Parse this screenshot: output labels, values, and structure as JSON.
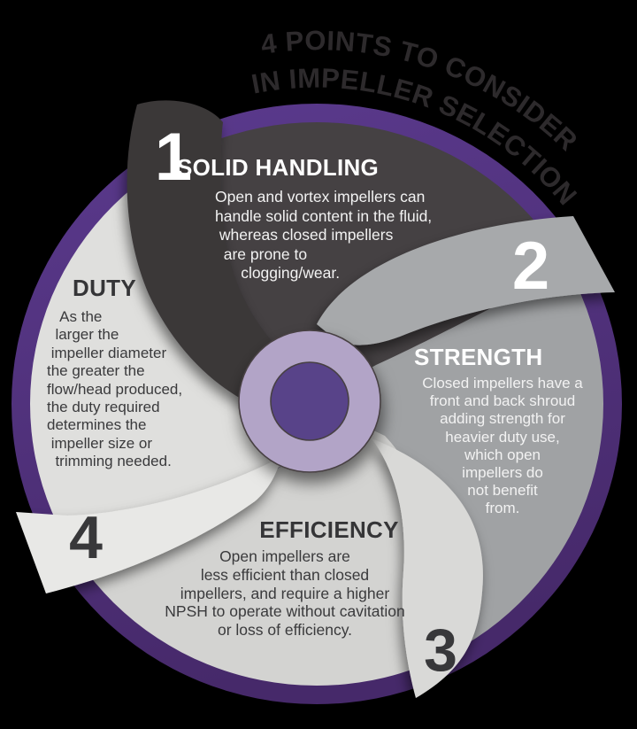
{
  "title": {
    "line1": "4 POINTS TO CONSIDER",
    "line2": "IN IMPELLER SELECTION"
  },
  "sections": [
    {
      "number": "1",
      "heading": "SOLID HANDLING",
      "body": "Open and vortex impellers can\nhandle solid content in the fluid,\n whereas closed impellers\n  are prone to\n      clogging/wear."
    },
    {
      "number": "2",
      "heading": "STRENGTH",
      "body": "Closed impellers have a\nfront and back shroud\nadding strength for\nheavier duty use,\nwhich open\nimpellers do\nnot benefit\nfrom."
    },
    {
      "number": "3",
      "heading": "EFFICIENCY",
      "body": "Open impellers are\nless efficient than closed\nimpellers, and require a higher\nNPSH to operate without cavitation\nor loss of efficiency."
    },
    {
      "number": "4",
      "heading": "DUTY",
      "body": "   As the\n  larger the\n impeller diameter\nthe greater the\nflow/head produced,\nthe duty required\ndetermines the\n impeller size or\n  trimming needed."
    }
  ],
  "colors": {
    "background": "#000000",
    "ring_top": "#5b3a8e",
    "ring_bottom": "#46296a",
    "blade1_body": "#454143",
    "blade1_arm": "#3b3739",
    "blade2_body": "#a0a2a4",
    "blade2_arm": "#a7a9ab",
    "blade3_body": "#d3d3d1",
    "blade3_arm": "#d9d9d7",
    "blade4_body": "#dfdfdd",
    "blade4_arm": "#e8e8e6",
    "hub_ring": "#b2a4c7",
    "hub_core": "#584389",
    "title_text": "#2d2a2c",
    "number_light": "#ffffff",
    "number_dark": "#38383a"
  }
}
